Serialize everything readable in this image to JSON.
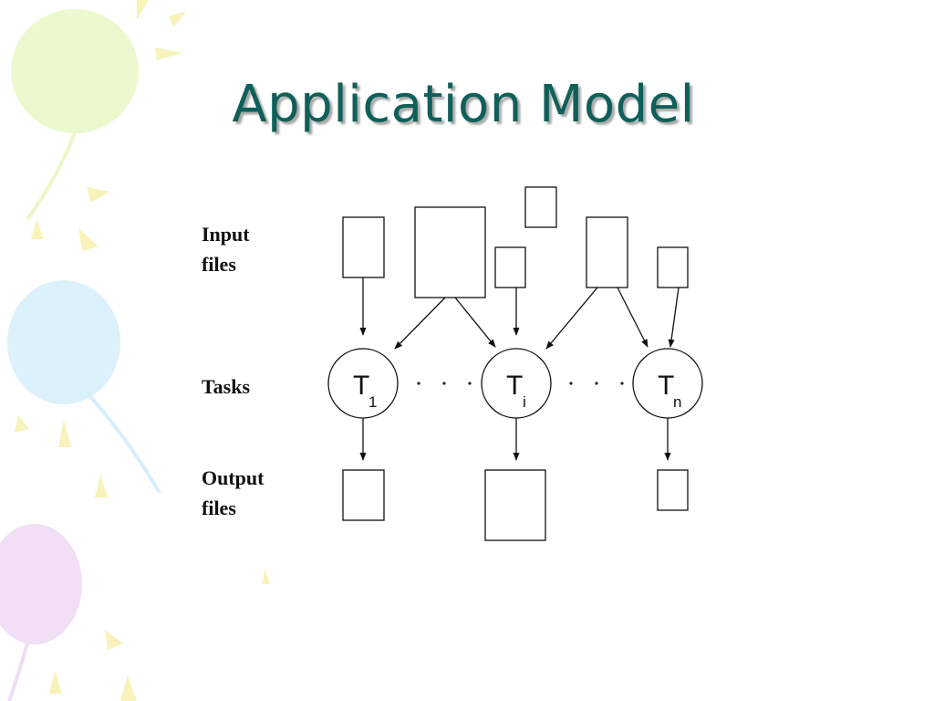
{
  "slide": {
    "title": "Application Model"
  },
  "diagram": {
    "row_labels": {
      "input": [
        "Input",
        "files"
      ],
      "tasks": "Tasks",
      "output": [
        "Output",
        "files"
      ]
    },
    "tasks": [
      {
        "symbol": "T",
        "subscript": "1"
      },
      {
        "symbol": "T",
        "subscript": "i"
      },
      {
        "symbol": "T",
        "subscript": "n"
      }
    ],
    "ellipsis": "· · ·"
  },
  "decor": {
    "balloon_colors": [
      "#e9f7c8",
      "#d6eefb",
      "#efd9f4"
    ],
    "ray_color": "#f6f1b8"
  }
}
